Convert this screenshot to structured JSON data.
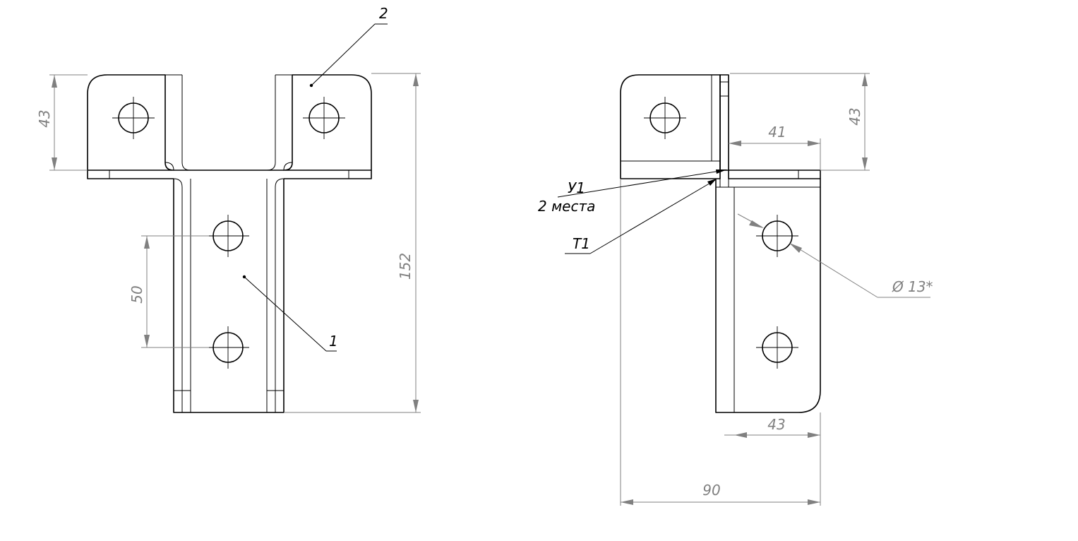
{
  "front_view": {
    "dim_top_height": "43",
    "dim_hole_spacing": "50",
    "dim_total_height": "152",
    "callout_part_1": "1",
    "callout_part_2": "2"
  },
  "side_view": {
    "dim_top_height": "43",
    "dim_flange_width": "41",
    "dim_bottom_width": "43",
    "dim_total_width": "90",
    "dim_hole_diameter": "Ø 13*",
    "weld_u1_label": "У1",
    "weld_u1_note": "2 места",
    "weld_t1_label": "Т1"
  },
  "colors": {
    "outline": "#000000",
    "dimension": "#808080",
    "background": "#ffffff"
  }
}
